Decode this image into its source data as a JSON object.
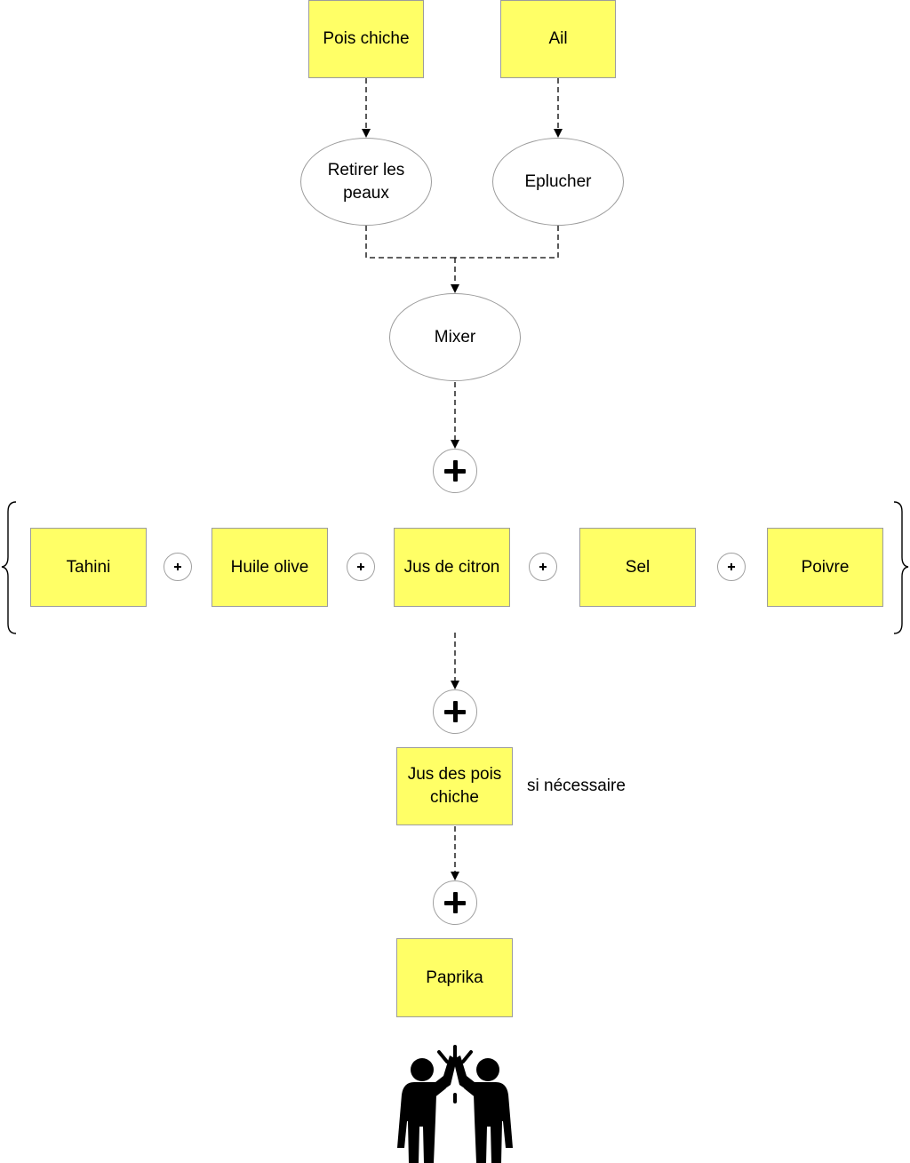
{
  "nodes": {
    "pois_chiche": "Pois chiche",
    "ail": "Ail",
    "retirer_peaux": "Retirer les peaux",
    "eplucher": "Eplucher",
    "mixer": "Mixer",
    "tahini": "Tahini",
    "huile_olive": "Huile olive",
    "jus_citron": "Jus de citron",
    "sel": "Sel",
    "poivre": "Poivre",
    "jus_pois_chiche": "Jus des pois chiche",
    "paprika": "Paprika"
  },
  "annotations": {
    "si_necessaire": "si nécessaire"
  },
  "icons": {
    "add": "plus-icon",
    "celebration": "high-five-icon"
  },
  "colors": {
    "ingredient_fill": "#ffff66",
    "border": "#9c9c9c",
    "connector": "#000000"
  }
}
